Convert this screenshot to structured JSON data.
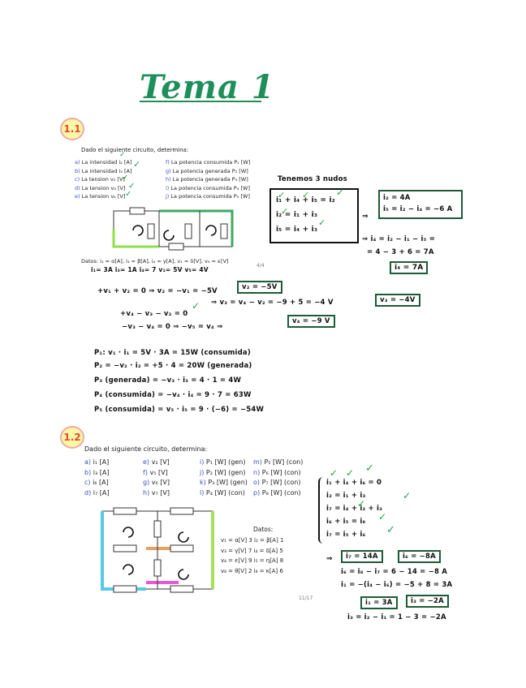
{
  "title": "Tema 1",
  "section1": {
    "number": "1.1",
    "intro": "Dado el siguiente circuito, determina:",
    "items_left": [
      {
        "label": "a)",
        "text": "La intensidad i₂ [A]"
      },
      {
        "label": "b)",
        "text": "La intensidad i₅ [A]"
      },
      {
        "label": "c)",
        "text": "La tension v₂ [V]"
      },
      {
        "label": "d)",
        "text": "La tension v₃ [V]"
      },
      {
        "label": "e)",
        "text": "La tension v₄ [V]"
      }
    ],
    "items_right": [
      {
        "label": "f)",
        "text": "La potencia consumida P₁ [W]"
      },
      {
        "label": "g)",
        "text": "La potencia generada P₂ [W]"
      },
      {
        "label": "h)",
        "text": "La potencia generada P₃ [W]"
      },
      {
        "label": "i)",
        "text": "La potencia consumida P₄ [W]"
      },
      {
        "label": "j)",
        "text": "La potencia consumida P₅ [W]"
      }
    ],
    "datos_line": "Datos: i₁ = α[A], i₃ = β[A], i₄ = γ[A], v₁ = δ[V], v₅ = ϵ[V]",
    "page_ref": "4/4",
    "hand_values": "i₁= 3A   i₃= 1A   i₄= 7   v₁= 5V   v₅= 4V",
    "nodes_title": "Tenemos 3 nudos",
    "nodes_eq1": "i₁ + i₄ + i₅ =  i₂",
    "nodes_eq2": "i₂ = i₁ + i₃",
    "nodes_eq3": "i₅ =  i₄ + i₃",
    "result_i2": "i₂ = 4A",
    "result_i5": "i₅ = i₂ − i₄ = −6 A",
    "calc1": "⇒ i₄ = i₂ − i₁ − i₅ =",
    "calc2": "= 4 − 3 + 6 = 7A",
    "result_i4": "i₄ = 7A",
    "eq_v2": "+v₁ + v₂ = 0   ⇒  v₂ = −v₁ = −5V",
    "result_v2": "v₂ = −5V",
    "eq_v3a": "⇒  v₃ = v₄ − v₂ =  −9 + 5 = −4 V",
    "result_v3": "v₃ = −4V",
    "eq_v3b": "+v₄ − v₃ − v₂ = 0",
    "eq_v4": "−v₃ − v₄ = 0   ⇒  −v₅ = v₄   ⇒",
    "result_v4": "v₄ = −9 V",
    "p1": "P₁: v₁ · i₁ = 5V · 3A = 15W   (consumida)",
    "p2": "P₂ = −v₂ · i₂ = +5 · 4 = 20W  (generada)",
    "p3": "P₃ (generada) = −v₃ · i₃ =  4 · 1 =   4W",
    "p4": "P₄ (consumida) = −v₄ · i₄ =  9 · 7 = 63W",
    "p5": "P₅ (consumida) = v₅ · i₅ = 9 · (−6) = −54W"
  },
  "section2": {
    "number": "1.2",
    "intro": "Dado el siguiente circuito, determina:",
    "col1": [
      {
        "label": "a)",
        "text": "i₁ [A]"
      },
      {
        "label": "b)",
        "text": "i₃ [A]"
      },
      {
        "label": "c)",
        "text": "i₆ [A]"
      },
      {
        "label": "d)",
        "text": "i₇ [A]"
      }
    ],
    "col2": [
      {
        "label": "e)",
        "text": "v₂ [V]"
      },
      {
        "label": "f)",
        "text": "v₅ [V]"
      },
      {
        "label": "g)",
        "text": "v₆ [V]"
      },
      {
        "label": "h)",
        "text": "v₇ [V]"
      }
    ],
    "col3": [
      {
        "label": "i)",
        "text": "P₁ [W] (gen)"
      },
      {
        "label": "j)",
        "text": "P₂ [W] (gen)"
      },
      {
        "label": "k)",
        "text": "P₃ [W] (gen)"
      },
      {
        "label": "l)",
        "text": "P₄ [W] (con)"
      }
    ],
    "col4": [
      {
        "label": "m)",
        "text": "P₅ [W] (con)"
      },
      {
        "label": "n)",
        "text": "P₆ [W] (con)"
      },
      {
        "label": "o)",
        "text": "P₇ [W] (con)"
      },
      {
        "label": "p)",
        "text": "P₈ [W] (con)"
      }
    ],
    "datos_title": "Datos:",
    "datos_rows": [
      "v₁ = α[V] 3    i₂ = β[A] 1",
      "v₃ = γ[V] 7    i₄ = δ[A] 5",
      "v₄ = ϵ[V] 9    i₅ = η[A] 8",
      "v₈ = θ[V] 2    i₈ = κ[A] 6"
    ],
    "page_ref": "11/17",
    "eq1": "i₁ + i₄ + i₆ = 0",
    "eq2": "i₂ = i₁ + i₃",
    "eq3": "i₇ = i₄ + i₂ + i₃",
    "eq4": "i₆ + i₅ = i₈",
    "eq5": "i₇ = i₅ + i₆",
    "result_i7": "i₇ = 14A",
    "result_i6": "i₆ = −8A",
    "calc_i6": "i₆ = i₈ − i₇ = 6 − 14 = −8 A",
    "calc_i1": "i₁ = −(i₄ − i₆) = −5 + 8 = 3A",
    "result_i1": "i₁ = 3A",
    "result_i3": "i₃ = −2A",
    "calc_i3": "i₃ = i₂ − i₁ = 1 − 3 = −2A"
  }
}
